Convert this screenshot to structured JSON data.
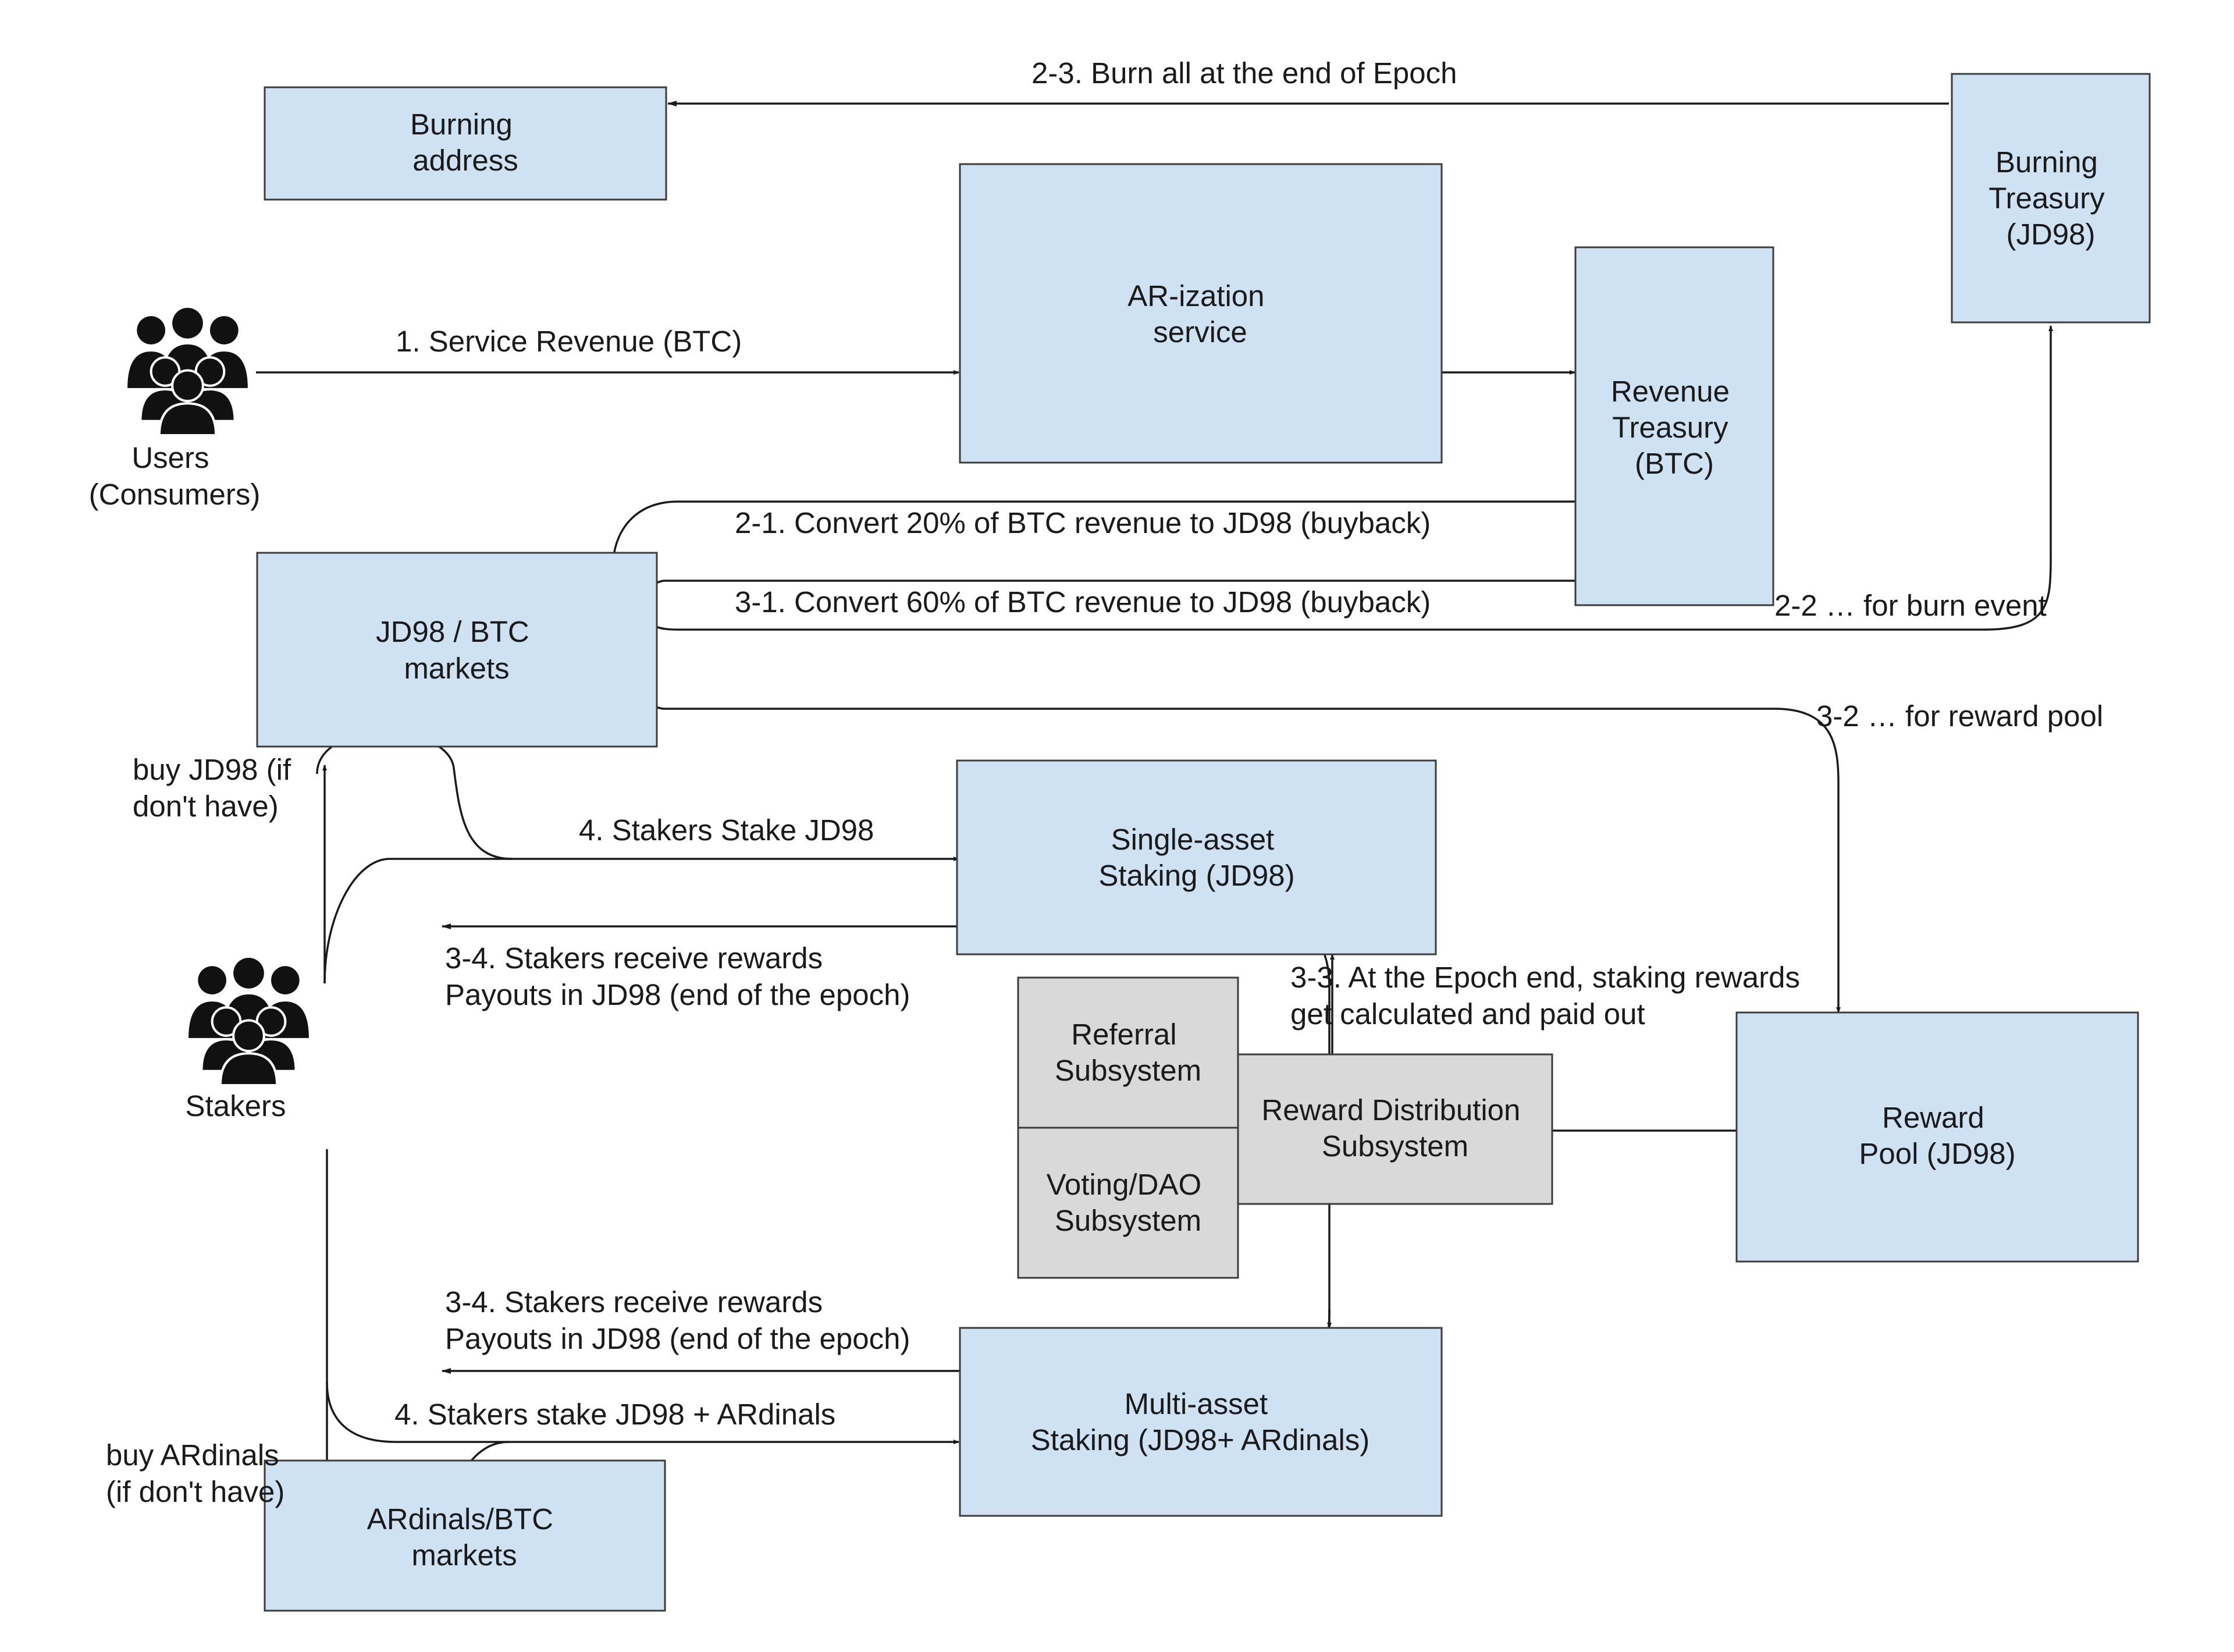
{
  "nodes": {
    "burning_address": [
      "Burning",
      "address"
    ],
    "ar_service": [
      "AR-ization",
      "service"
    ],
    "burning_treasury": [
      "Burning",
      "Treasury",
      "(JD98)"
    ],
    "revenue_treasury": [
      "Revenue",
      "Treasury",
      "(BTC)"
    ],
    "users": [
      "Users",
      "(Consumers)"
    ],
    "jd98_markets": [
      "JD98 / BTC",
      "markets"
    ],
    "single_staking": [
      "Single-asset",
      "Staking (JD98)"
    ],
    "stakers": [
      "Stakers"
    ],
    "referral": [
      "Referral",
      "Subsystem"
    ],
    "voting": [
      "Voting/DAO",
      "Subsystem"
    ],
    "reward_distribution": [
      "Reward Distribution",
      "Subsystem"
    ],
    "reward_pool": [
      "Reward",
      "Pool (JD98)"
    ],
    "multi_staking": [
      "Multi-asset",
      "Staking (JD98+ ARdinals)"
    ],
    "ardinals_markets": [
      "ARdinals/BTC",
      "markets"
    ]
  },
  "edges": {
    "burn_all": [
      "2-3. Burn all at the end of Epoch"
    ],
    "service_revenue": [
      "1. Service Revenue (BTC)"
    ],
    "convert_20": [
      "2-1. Convert 20% of BTC revenue  to JD98 (buyback)"
    ],
    "convert_60": [
      "3-1. Convert 60% of BTC revenue  to JD98 (buyback)"
    ],
    "for_burn": [
      "2-2 … for burn event"
    ],
    "for_reward": [
      "3-2 … for reward pool"
    ],
    "buy_jd98": [
      "buy JD98 (if",
      "don't have)"
    ],
    "stake_jd98": [
      "4. Stakers Stake JD98"
    ],
    "receive_rewards_single": [
      "3-4. Stakers receive rewards",
      "Payouts in JD98 (end of the epoch)"
    ],
    "epoch_end": [
      "3-3. At the Epoch end, staking rewards",
      "get calculated and paid out"
    ],
    "receive_rewards_multi": [
      "3-4. Stakers receive rewards",
      "Payouts in JD98 (end of the epoch)"
    ],
    "stake_multi": [
      "4. Stakers stake JD98 + ARdinals"
    ],
    "buy_ardinals": [
      "buy ARdinals",
      "(if don't have)"
    ]
  },
  "colors": {
    "box_blue": "#cfe2f3",
    "box_grey": "#d9d9d9",
    "line": "#1a1a1a"
  },
  "icons": {
    "users": "people-group-icon",
    "stakers": "people-group-icon"
  }
}
